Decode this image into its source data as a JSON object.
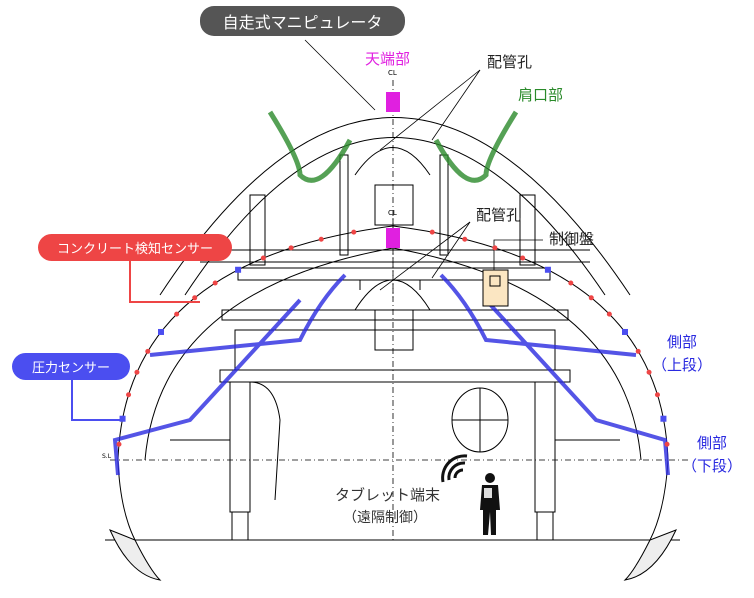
{
  "title_label": "自走式マニピュレータ",
  "top_section": {
    "crown_label": "天端部",
    "centerline_label": "CL",
    "pipe_hole_label": "配管孔",
    "shoulder_label": "肩口部"
  },
  "bottom_section": {
    "centerline_label": "CL",
    "springline_label": "S.L",
    "pipe_hole_label": "配管孔",
    "control_panel_label": "制御盤",
    "concrete_sensor_label": "コンクリート検知センサー",
    "pressure_sensor_label": "圧力センサー",
    "side_upper_label_1": "側部",
    "side_upper_label_2": "（上段）",
    "side_lower_label_1": "側部",
    "side_lower_label_2": "（下段）",
    "tablet_label_1": "タブレット端末",
    "tablet_label_2": "（遠隔制御）"
  },
  "colors": {
    "title_pill": "#555555",
    "crown": "#e020e0",
    "shoulder": "#2a8a2a",
    "side": "#2a2ae0",
    "concrete_sensor": "#ee4545",
    "pressure_sensor": "#4b4ef0",
    "control_panel": "#fbe6c2"
  }
}
